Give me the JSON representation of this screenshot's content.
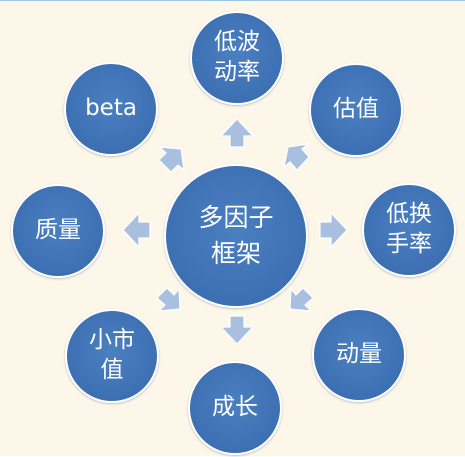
{
  "center": {
    "label": "多因子\n框架"
  },
  "nodes": {
    "low_volatility": "低波\n动率",
    "valuation": "估值",
    "low_turnover": "低换\n手率",
    "momentum": "动量",
    "growth": "成长",
    "small_cap": "小市\n值",
    "quality": "质量",
    "beta": "beta"
  },
  "colors": {
    "node_fill": "#3d70b3",
    "arrow_fill": "#a9bfe0",
    "background": "#fdf7ea"
  }
}
